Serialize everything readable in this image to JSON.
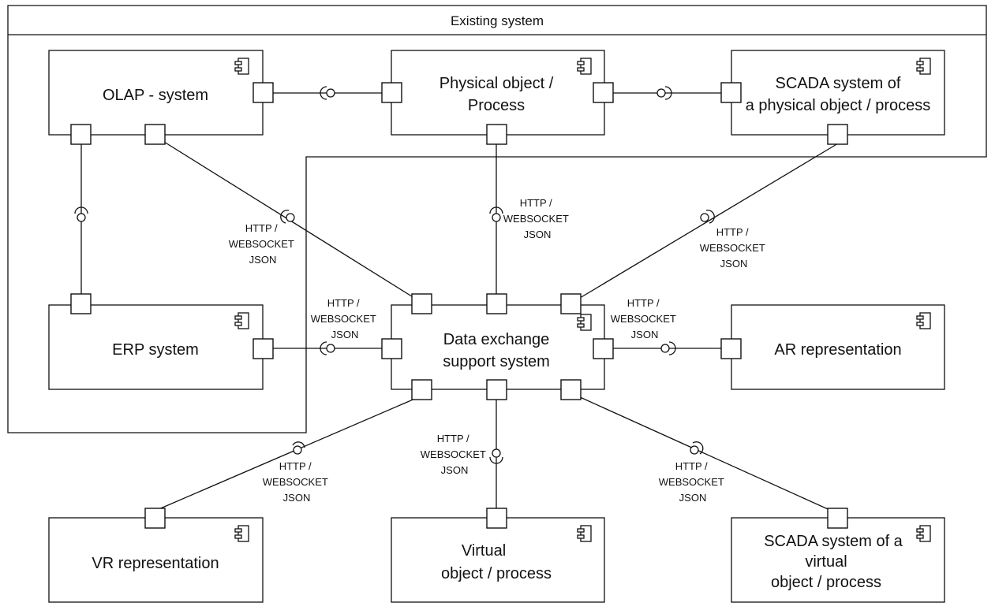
{
  "boundary": {
    "title": "Existing system"
  },
  "components": {
    "olap": {
      "lines": [
        "OLAP - system"
      ]
    },
    "physical": {
      "lines": [
        "Physical object /",
        "Process"
      ]
    },
    "scada_physical": {
      "lines": [
        "SCADA system of",
        "a physical object / process"
      ]
    },
    "erp": {
      "lines": [
        "ERP system"
      ]
    },
    "data_exchange": {
      "lines": [
        "Data exchange",
        "support system"
      ]
    },
    "ar": {
      "lines": [
        "AR representation"
      ]
    },
    "vr": {
      "lines": [
        "VR representation"
      ]
    },
    "virtual": {
      "lines": [
        "Virtual",
        "object / process"
      ]
    },
    "scada_virtual": {
      "lines": [
        "SCADA  system of a",
        "virtual",
        "object / process"
      ]
    }
  },
  "protocol": {
    "lines": [
      "HTTP /",
      "WEBSOCKET",
      "JSON"
    ]
  },
  "icons": {
    "component": "uml-component-icon",
    "provided": "lollipop-interface-icon",
    "required": "socket-interface-icon"
  }
}
